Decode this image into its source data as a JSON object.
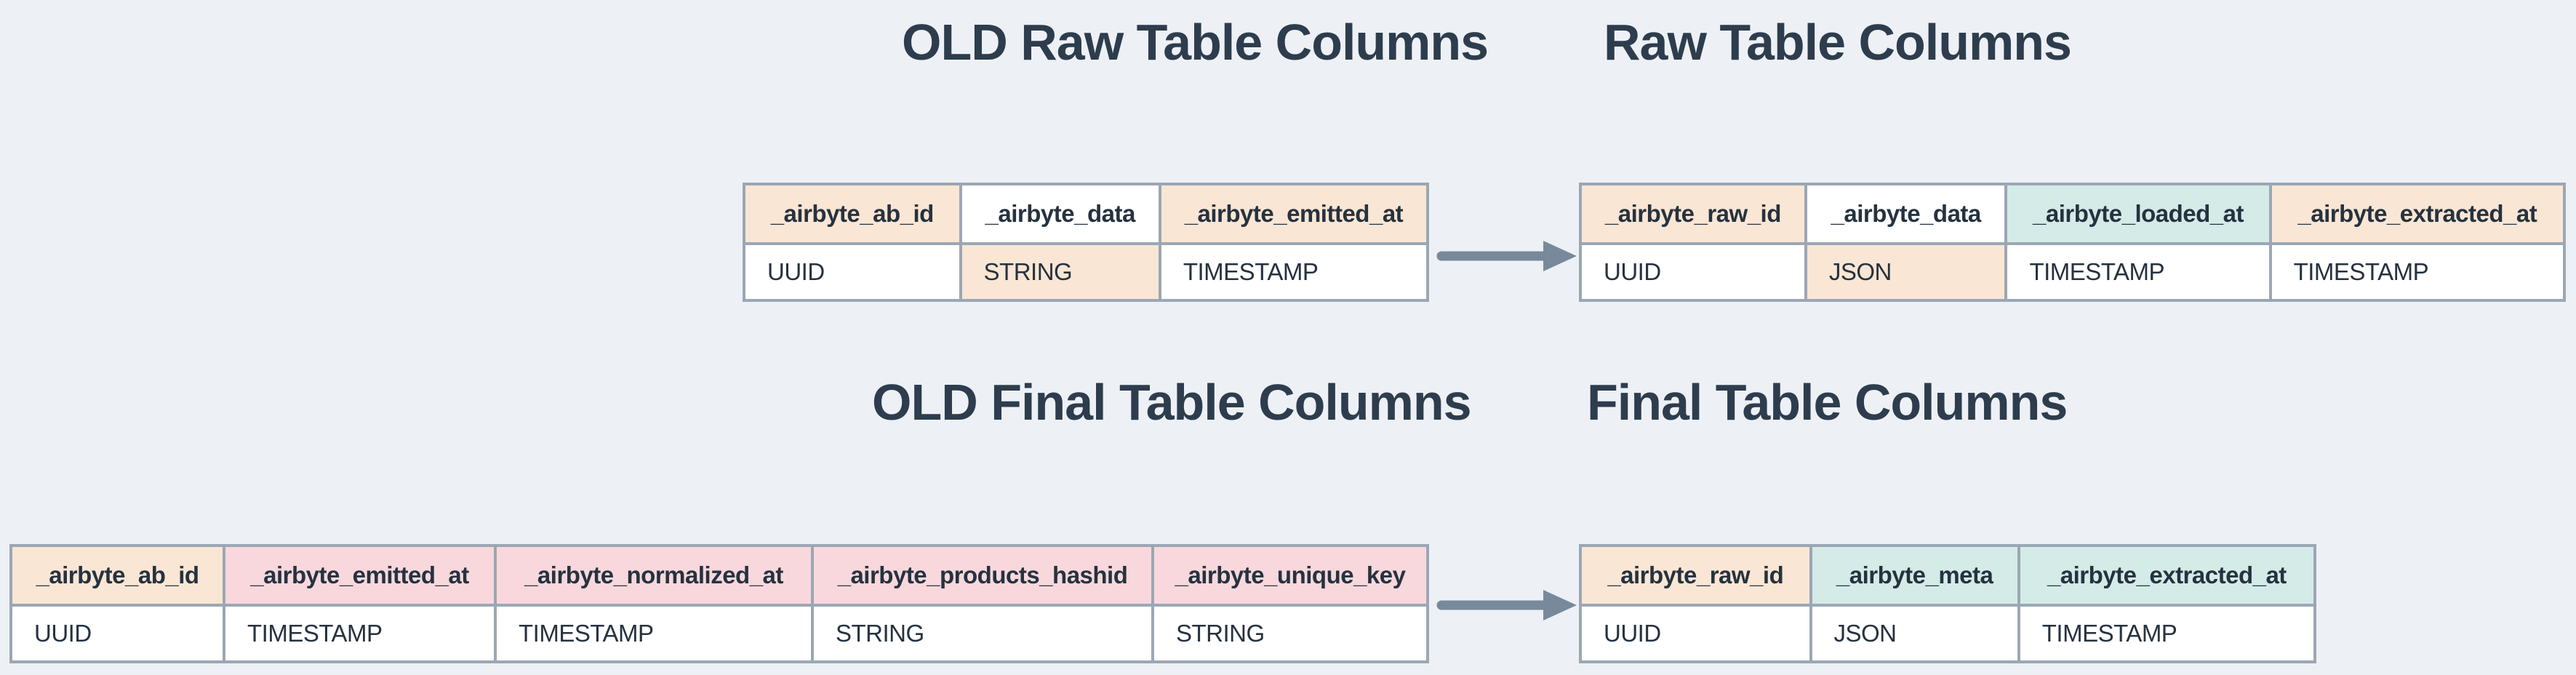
{
  "colors": {
    "bg": "#edf1f6",
    "peach": "#fae6d4",
    "pink": "#f8d8dc",
    "teal": "#d4ebe8",
    "white": "#ffffff",
    "border": "#9ba7b4",
    "arrow": "#78899b",
    "title_text": "#2e3d4d",
    "cell_text": "#26323f"
  },
  "sections": [
    {
      "id": "raw",
      "old_title": "OLD Raw Table Columns",
      "new_title": "Raw Table Columns",
      "old_table": {
        "columns": [
          {
            "name": "_airbyte_ab_id",
            "type": "UUID",
            "header_bg": "peach",
            "type_bg": "white"
          },
          {
            "name": "_airbyte_data",
            "type": "STRING",
            "header_bg": "white",
            "type_bg": "peach"
          },
          {
            "name": "_airbyte_emitted_at",
            "type": "TIMESTAMP",
            "header_bg": "peach",
            "type_bg": "white"
          }
        ]
      },
      "new_table": {
        "columns": [
          {
            "name": "_airbyte_raw_id",
            "type": "UUID",
            "header_bg": "peach",
            "type_bg": "white"
          },
          {
            "name": "_airbyte_data",
            "type": "JSON",
            "header_bg": "white",
            "type_bg": "peach"
          },
          {
            "name": "_airbyte_loaded_at",
            "type": "TIMESTAMP",
            "header_bg": "teal",
            "type_bg": "white"
          },
          {
            "name": "_airbyte_extracted_at",
            "type": "TIMESTAMP",
            "header_bg": "peach",
            "type_bg": "white"
          }
        ]
      }
    },
    {
      "id": "final",
      "old_title": "OLD Final Table Columns",
      "new_title": "Final Table Columns",
      "old_table": {
        "columns": [
          {
            "name": "_airbyte_ab_id",
            "type": "UUID",
            "header_bg": "peach",
            "type_bg": "white"
          },
          {
            "name": "_airbyte_emitted_at",
            "type": "TIMESTAMP",
            "header_bg": "pink",
            "type_bg": "white"
          },
          {
            "name": "_airbyte_normalized_at",
            "type": "TIMESTAMP",
            "header_bg": "pink",
            "type_bg": "white"
          },
          {
            "name": "_airbyte_products_hashid",
            "type": "STRING",
            "header_bg": "pink",
            "type_bg": "white"
          },
          {
            "name": "_airbyte_unique_key",
            "type": "STRING",
            "header_bg": "pink",
            "type_bg": "white"
          }
        ]
      },
      "new_table": {
        "columns": [
          {
            "name": "_airbyte_raw_id",
            "type": "UUID",
            "header_bg": "peach",
            "type_bg": "white"
          },
          {
            "name": "_airbyte_meta",
            "type": "JSON",
            "header_bg": "teal",
            "type_bg": "white"
          },
          {
            "name": "_airbyte_extracted_at",
            "type": "TIMESTAMP",
            "header_bg": "teal",
            "type_bg": "white"
          }
        ]
      }
    }
  ]
}
